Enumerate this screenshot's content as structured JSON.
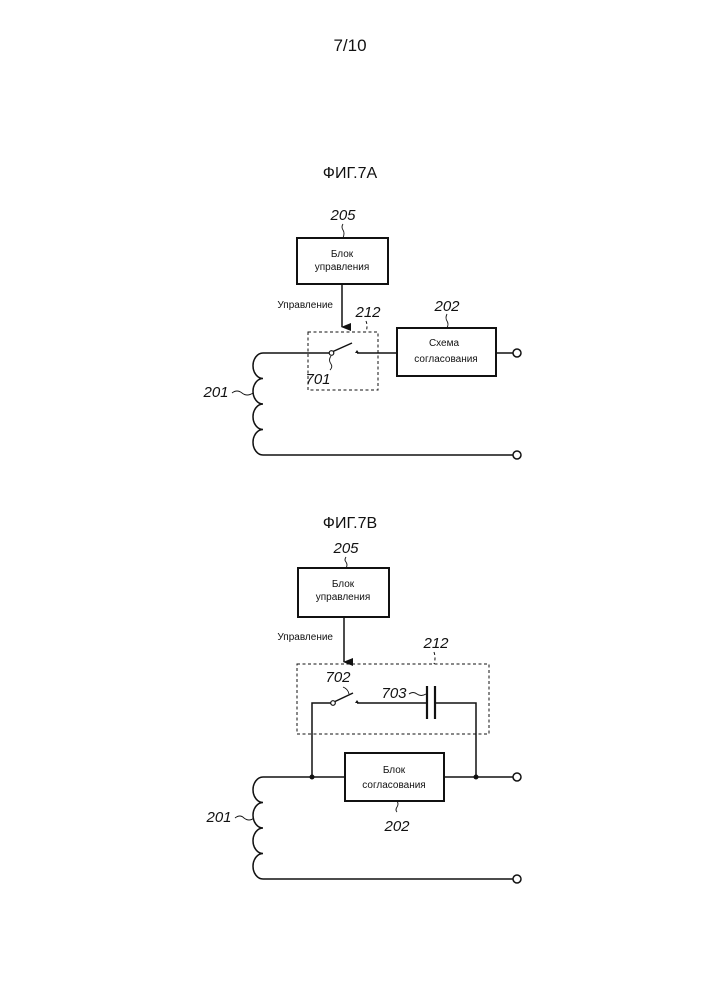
{
  "page_number": "7/10",
  "fig_a": {
    "title": "ФИГ.7А",
    "control_block": {
      "ref": "205",
      "line1": "Блок",
      "line2": "управления"
    },
    "control_signal": "Управление",
    "switch_unit_ref": "212",
    "switch_ref": "701",
    "matching": {
      "ref": "202",
      "line1": "Схема",
      "line2": "согласования"
    },
    "coil_ref": "201"
  },
  "fig_b": {
    "title": "ФИГ.7В",
    "control_block": {
      "ref": "205",
      "line1": "Блок",
      "line2": "управления"
    },
    "control_signal": "Управление",
    "switch_unit_ref": "212",
    "switch_ref": "702",
    "capacitor_ref": "703",
    "matching": {
      "ref": "202",
      "line1": "Блок",
      "line2": "согласования"
    },
    "coil_ref": "201"
  }
}
